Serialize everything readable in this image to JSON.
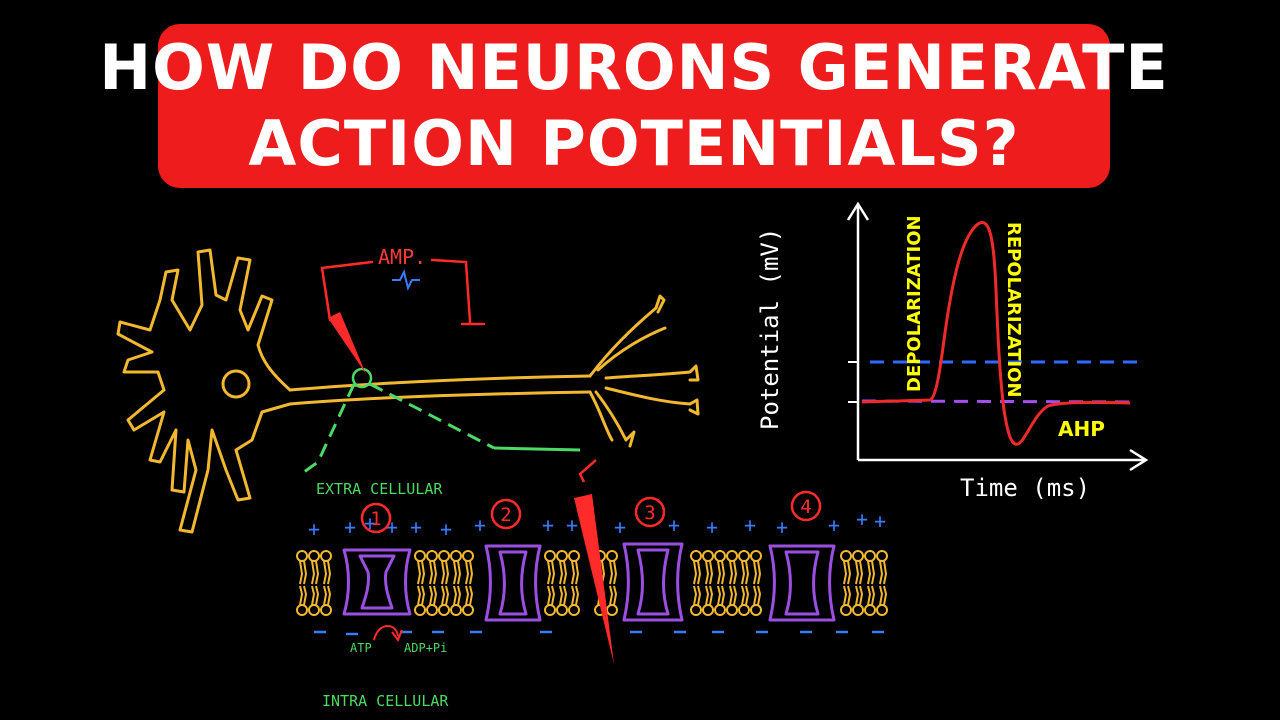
{
  "title": {
    "line1": "HOW DO NEURONS GENERATE",
    "line2": "ACTION POTENTIALS?"
  },
  "amplifier": {
    "label": "AMP."
  },
  "membrane": {
    "extracellular_label": "EXTRA CELLULAR",
    "intracellular_label": "INTRA CELLULAR",
    "channels": [
      "1",
      "2",
      "3",
      "4"
    ],
    "atp_label": "ATP",
    "adp_label": "ADP+Pi"
  },
  "graph": {
    "ylabel": "Potential (mV)",
    "xlabel": "Time (ms)",
    "phase_depolarization": "DEPOLARIZATION",
    "phase_repolarization": "REPOLARIZATION",
    "phase_ahp": "AHP"
  },
  "colors": {
    "banner": "#ee1c1c",
    "neuron": "#f2b830",
    "channel": "#9b4fe0",
    "electrode": "#ff2a2a",
    "charge": "#3a7bff",
    "zoom": "#4cd964",
    "threshold_line": "#2f6bff",
    "resting_line": "#a64ff0",
    "phase_label": "#ffff00"
  }
}
